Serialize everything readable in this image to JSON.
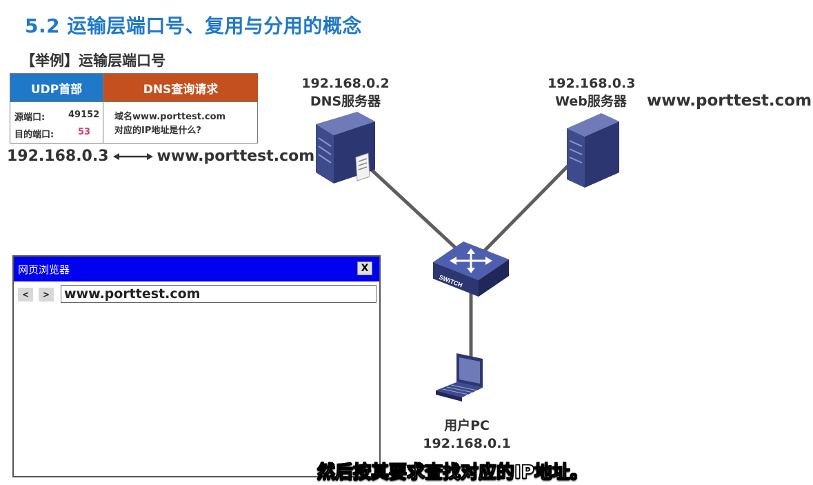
{
  "header": {
    "title": "5.2 运输层端口号、复用与分用的概念",
    "subtitle": "【举例】运输层端口号"
  },
  "udp_table": {
    "udp_header": "UDP首部",
    "dns_header": "DNS查询请求",
    "src_port_label": "源端口:",
    "src_port_value": "49152",
    "dst_port_label": "目的端口:",
    "dst_port_value": "53",
    "query_line1": "域名www.porttest.com",
    "query_line2": "对应的IP地址是什么?"
  },
  "mapping": {
    "ip": "192.168.0.3",
    "domain": "www.porttest.com"
  },
  "nodes": {
    "dns_ip": "192.168.0.2",
    "dns_name": "DNS服务器",
    "web_ip": "192.168.0.3",
    "web_name": "Web服务器",
    "web_domain": "www.porttest.com",
    "switch_label": "SWITCH",
    "pc_name": "用户PC",
    "pc_ip": "192.168.0.1"
  },
  "browser": {
    "title": "网页浏览器",
    "close": "X",
    "back": "<",
    "forward": ">",
    "address": "www.porttest.com"
  },
  "caption": "然后按其要求查找对应的IP地址。",
  "colors": {
    "title_blue": "#1f78c8",
    "udp_blue": "#1f78c8",
    "dns_orange": "#c5501f",
    "port_pink": "#d83a6a",
    "browser_bar": "#0000f0",
    "device_navy": "#3d4a8c"
  }
}
